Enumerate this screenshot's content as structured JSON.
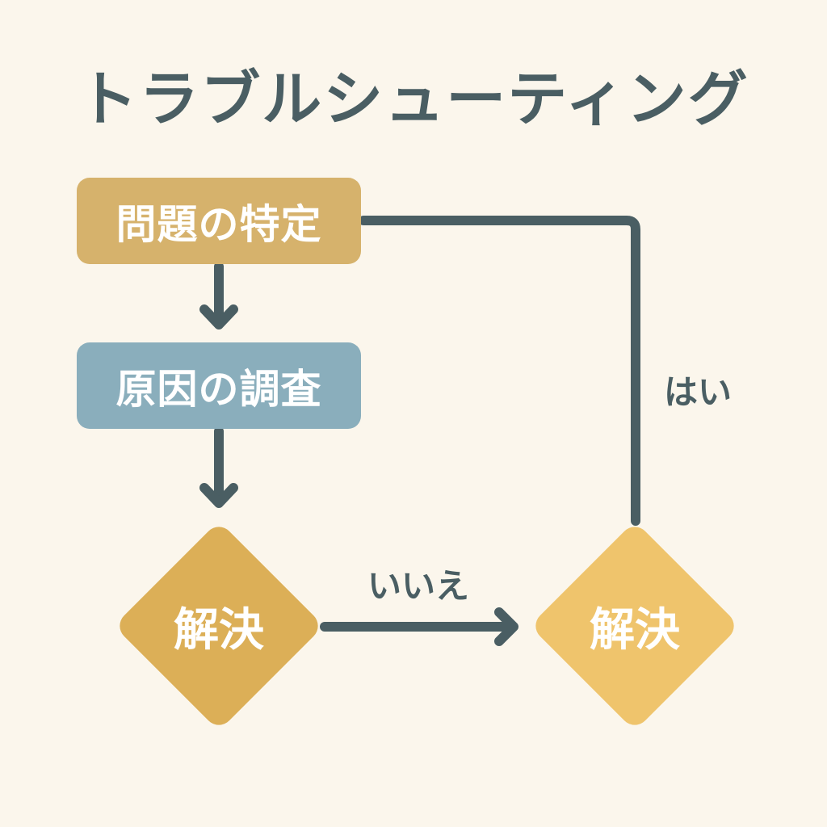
{
  "title": "トラブルシューティング",
  "nodes": {
    "identify": "問題の特定",
    "investigate": "原因の調査",
    "decision_left": "解決",
    "decision_right": "解決"
  },
  "edges": {
    "no_label": "いいえ",
    "yes_label": "はい"
  },
  "colors": {
    "background": "#FBF6EC",
    "text_dark": "#4A5E63",
    "identify_fill": "#D6B26C",
    "investigate_fill": "#8AAEBC",
    "decision_left_fill": "#DCAF57",
    "decision_right_fill": "#EFC46C",
    "connector": "#4A5E63"
  }
}
